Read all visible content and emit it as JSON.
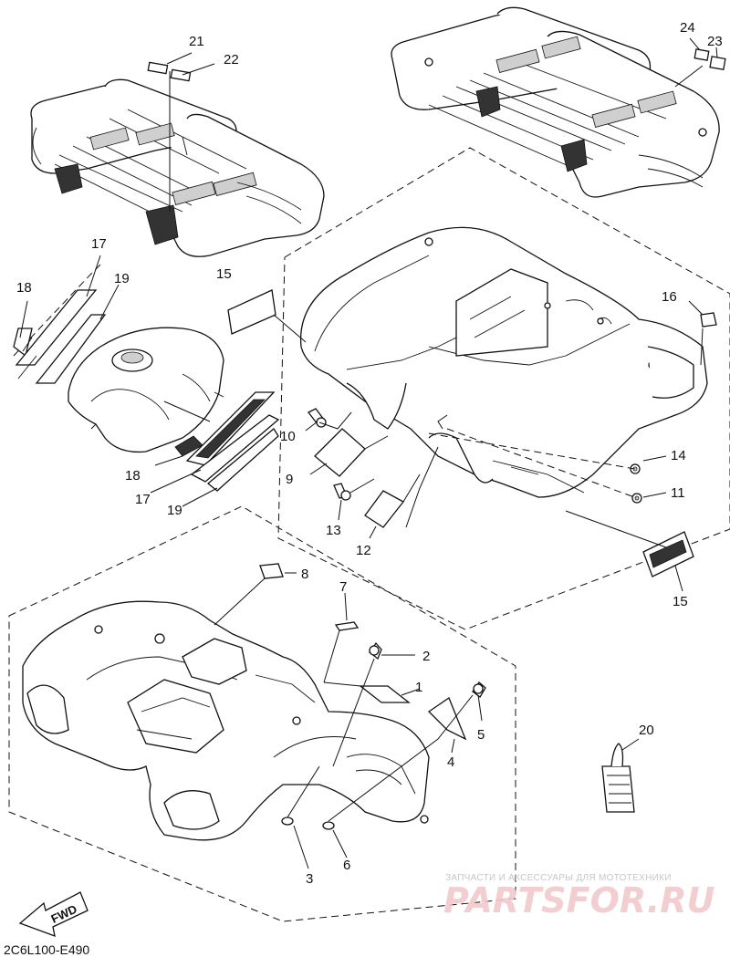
{
  "diagram": {
    "drawing_code": "2C6L100-E490",
    "direction_label": "FWD",
    "watermark_tagline": "ЗАПЧАСТИ И АКСЕССУАРЫ ДЛЯ МОТОТЕХНИКИ",
    "watermark_brand": "PARTSFOR.RU",
    "callouts": [
      {
        "id": "c21",
        "label": "21"
      },
      {
        "id": "c22",
        "label": "22"
      },
      {
        "id": "c24",
        "label": "24"
      },
      {
        "id": "c23",
        "label": "23"
      },
      {
        "id": "c17a",
        "label": "17"
      },
      {
        "id": "c18a",
        "label": "18"
      },
      {
        "id": "c19a",
        "label": "19"
      },
      {
        "id": "c15a",
        "label": "15"
      },
      {
        "id": "c16",
        "label": "16"
      },
      {
        "id": "c10",
        "label": "10"
      },
      {
        "id": "c9",
        "label": "9"
      },
      {
        "id": "c18b",
        "label": "18"
      },
      {
        "id": "c17b",
        "label": "17"
      },
      {
        "id": "c19b",
        "label": "19"
      },
      {
        "id": "c14",
        "label": "14"
      },
      {
        "id": "c11",
        "label": "11"
      },
      {
        "id": "c13",
        "label": "13"
      },
      {
        "id": "c12",
        "label": "12"
      },
      {
        "id": "c15b",
        "label": "15"
      },
      {
        "id": "c8",
        "label": "8"
      },
      {
        "id": "c7",
        "label": "7"
      },
      {
        "id": "c2",
        "label": "2"
      },
      {
        "id": "c1",
        "label": "1"
      },
      {
        "id": "c5",
        "label": "5"
      },
      {
        "id": "c4",
        "label": "4"
      },
      {
        "id": "c20",
        "label": "20"
      },
      {
        "id": "c3",
        "label": "3"
      },
      {
        "id": "c6",
        "label": "6"
      }
    ]
  }
}
